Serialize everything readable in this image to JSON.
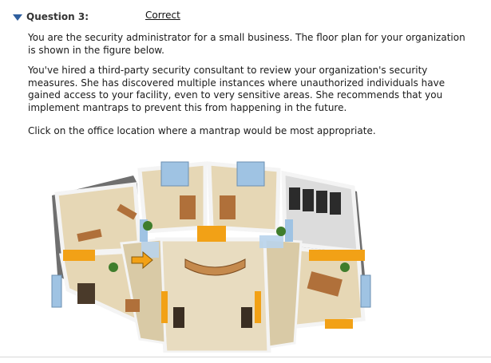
{
  "question": {
    "title": "Question 3:",
    "status": "Correct",
    "paragraphs": [
      "You are the security administrator for a small business. The floor plan for your organization is shown in the figure below.",
      "You've hired a third-party security consultant to review your organization's security measures. She has discovered multiple instances where unauthorized individuals have gained access to your facility, even to very sensitive areas. She recommends that you implement mantraps to prevent this from happening in the future.",
      "Click on the office location where a mantrap would be most appropriate."
    ]
  },
  "floor_plan": {
    "icon": "floor-plan-3d-office",
    "colors": {
      "floor": "#e4d5b2",
      "wall": "#f4f4f4",
      "wall_shadow": "#6f6f6f",
      "door": "#f2a116",
      "window": "#9fc3e3",
      "desk": "#b0703a",
      "server": "#2b2b2b",
      "arrow": "#f2a116"
    }
  }
}
